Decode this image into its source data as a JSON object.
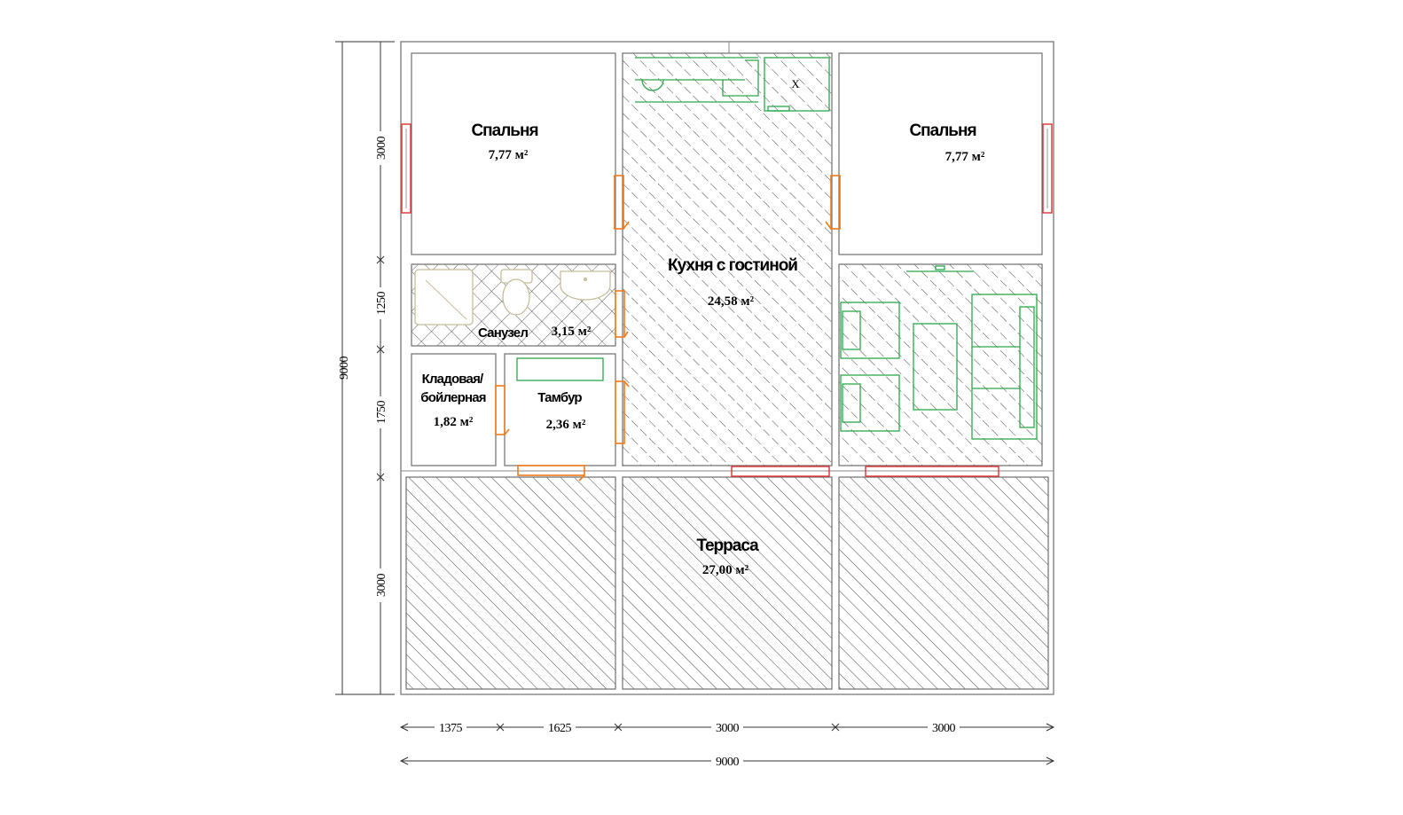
{
  "rooms": {
    "bedroom_left": {
      "name": "Спальня",
      "area": "7,77 м²"
    },
    "bedroom_right": {
      "name": "Спальня",
      "area": "7,77 м²"
    },
    "kitchen": {
      "name": "Кухня с гостиной",
      "area": "24,58 м²"
    },
    "bathroom": {
      "name": "Санузел",
      "area": "3,15 м²"
    },
    "storage": {
      "name_line1": "Кладовая/",
      "name_line2": "бойлерная",
      "area": "1,82 м²"
    },
    "tambur": {
      "name": "Тамбур",
      "area": "2,36 м²"
    },
    "terrace": {
      "name": "Терраса",
      "area": "27,00 м²"
    }
  },
  "dimensions": {
    "vertical_total": "9000",
    "vertical": [
      "3000",
      "1250",
      "1750",
      "3000"
    ],
    "horizontal": [
      "1375",
      "1625",
      "3000",
      "3000"
    ],
    "horizontal_total": "9000"
  },
  "colors": {
    "furniture": "#2aa84a",
    "doors": "#f07a1a",
    "windows": "#e03030",
    "walls": "#8a8a8a"
  }
}
